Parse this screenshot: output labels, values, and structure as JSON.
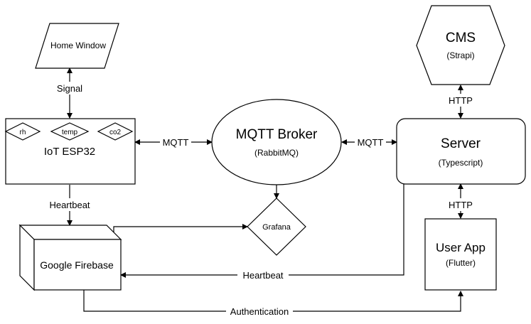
{
  "nodes": {
    "home_window": {
      "label": "Home Window"
    },
    "iot": {
      "label": "IoT ESP32",
      "sensors": [
        "rh",
        "temp",
        "co2"
      ]
    },
    "broker": {
      "title": "MQTT Broker",
      "subtitle": "(RabbitMQ)"
    },
    "grafana": {
      "label": "Grafana"
    },
    "firebase": {
      "label": "Google Firebase"
    },
    "cms": {
      "title": "CMS",
      "subtitle": "(Strapi)"
    },
    "server": {
      "title": "Server",
      "subtitle": "(Typescript)"
    },
    "user_app": {
      "title": "User App",
      "subtitle": "(Flutter)"
    }
  },
  "edges": {
    "signal": "Signal",
    "mqtt_left": "MQTT",
    "mqtt_right": "MQTT",
    "heartbeat_down": "Heartbeat",
    "heartbeat_bottom": "Heartbeat",
    "http_top": "HTTP",
    "http_bottom": "HTTP",
    "authentication": "Authentication"
  }
}
